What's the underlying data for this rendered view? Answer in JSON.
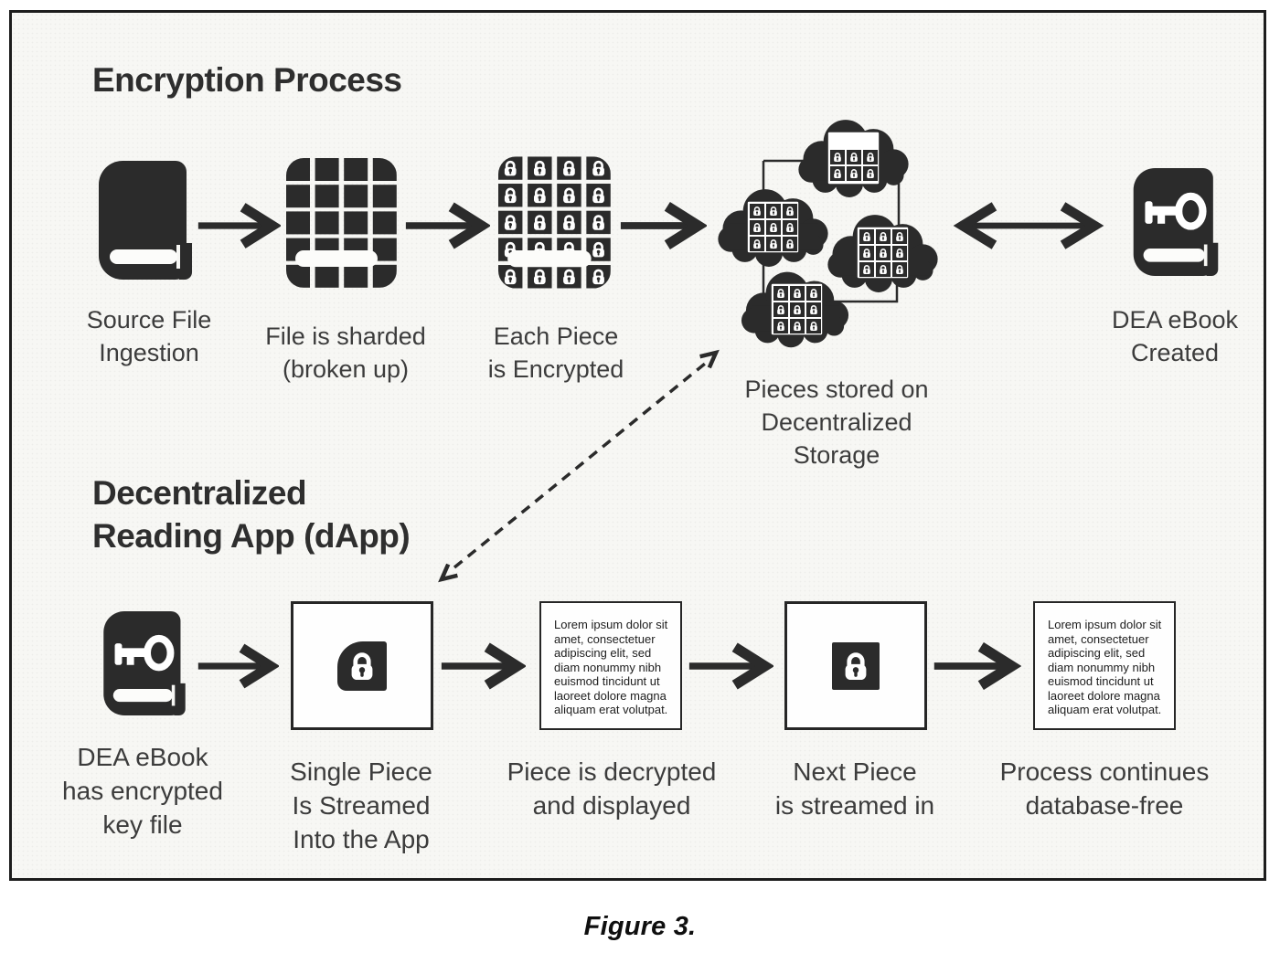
{
  "figure": {
    "caption": "Figure 3."
  },
  "colors": {
    "ink": "#2b2b2b",
    "label_text": "#3c3c3c",
    "frame_bg": "#f7f7f4",
    "slot": "#fcfcfa",
    "box_bg": "#fefefe"
  },
  "encryption_process": {
    "title": "Encryption Process",
    "steps": [
      {
        "icon": "book",
        "label": "Source File\nIngestion"
      },
      {
        "icon": "sharded-grid-book",
        "label": "File is sharded\n(broken up)"
      },
      {
        "icon": "padlock-grid-book",
        "label": "Each Piece\nis Encrypted"
      },
      {
        "icon": "cloud-cluster-with-padlock-grids",
        "label": "Pieces stored on\nDecentralized\nStorage"
      },
      {
        "icon": "book-with-key",
        "label": "DEA eBook\nCreated"
      }
    ]
  },
  "dapp": {
    "title": "Decentralized\nReading App (dApp)",
    "steps": [
      {
        "icon": "book-with-key",
        "label": "DEA eBook\nhas encrypted\nkey file"
      },
      {
        "icon": "single-padlock-piece",
        "label": "Single Piece\nIs Streamed\nInto the App"
      },
      {
        "icon": "text-page",
        "label": "Piece is decrypted\nand displayed"
      },
      {
        "icon": "padlock-tile",
        "label": "Next Piece\nis streamed in"
      },
      {
        "icon": "text-page",
        "label": "Process continues\ndatabase-free"
      }
    ],
    "reader_text": "Lorem ipsum dolor sit amet, consectetuer adipiscing elit, sed diam nonummy nibh euismod tincidunt ut laoreet dolore magna aliquam erat volutpat."
  },
  "connectors": {
    "flow": "right-arrow",
    "sync": "double-headed-arrow",
    "retrieval": "dashed-double-headed-arrow"
  }
}
